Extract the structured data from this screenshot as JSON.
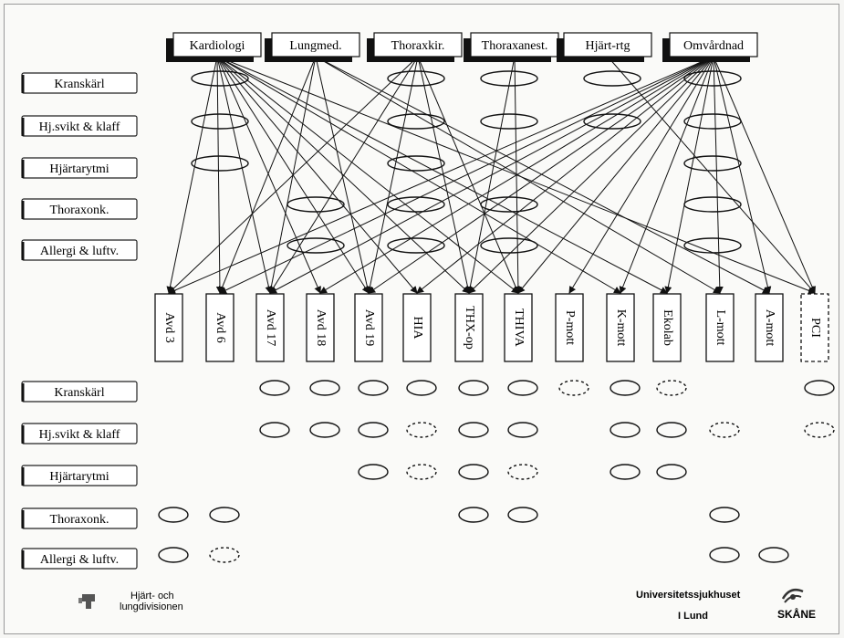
{
  "departments": [
    {
      "id": "kardiologi",
      "label": "Kardiologi"
    },
    {
      "id": "lungmed",
      "label": "Lungmed."
    },
    {
      "id": "thoraxkir",
      "label": "Thoraxkir."
    },
    {
      "id": "thoraxanest",
      "label": "Thoraxanest."
    },
    {
      "id": "hjart-rtg",
      "label": "Hjärt-rtg"
    },
    {
      "id": "omvardnad",
      "label": "Omvårdnad"
    }
  ],
  "categories": [
    {
      "id": "kranskarl",
      "label": "Kranskärl"
    },
    {
      "id": "hjsvikt",
      "label": "Hj.svikt & klaff"
    },
    {
      "id": "hjartarytmi",
      "label": "Hjärtarytmi"
    },
    {
      "id": "thoraxonk",
      "label": "Thoraxonk."
    },
    {
      "id": "allergi",
      "label": "Allergi & luftv."
    }
  ],
  "wards": [
    {
      "id": "avd3",
      "label": "Avd 3",
      "dashed": false
    },
    {
      "id": "avd6",
      "label": "Avd 6",
      "dashed": false
    },
    {
      "id": "avd17",
      "label": "Avd 17",
      "dashed": false
    },
    {
      "id": "avd18",
      "label": "Avd 18",
      "dashed": false
    },
    {
      "id": "avd19",
      "label": "Avd 19",
      "dashed": false
    },
    {
      "id": "hia",
      "label": "HIA",
      "dashed": false
    },
    {
      "id": "thx-op",
      "label": "THX-op",
      "dashed": false
    },
    {
      "id": "thiva",
      "label": "THIVA",
      "dashed": false
    },
    {
      "id": "p-mott",
      "label": "P-mott",
      "dashed": false
    },
    {
      "id": "k-mott",
      "label": "K-mott",
      "dashed": false
    },
    {
      "id": "ekolab",
      "label": "Ekolab",
      "dashed": false
    },
    {
      "id": "l-mott",
      "label": "L-mott",
      "dashed": false
    },
    {
      "id": "a-mott",
      "label": "A-mott",
      "dashed": false
    },
    {
      "id": "pci",
      "label": "PCI",
      "dashed": true
    }
  ],
  "upper_matrix": [
    [
      1,
      0,
      1,
      1,
      1,
      1
    ],
    [
      1,
      0,
      1,
      1,
      1,
      1
    ],
    [
      1,
      0,
      1,
      0,
      0,
      1
    ],
    [
      0,
      1,
      1,
      1,
      0,
      1
    ],
    [
      0,
      1,
      1,
      1,
      0,
      1
    ]
  ],
  "lower_matrix": [
    [
      0,
      0,
      1,
      1,
      1,
      1,
      1,
      1,
      2,
      1,
      2,
      0,
      0,
      1
    ],
    [
      0,
      0,
      1,
      1,
      1,
      2,
      1,
      1,
      0,
      1,
      1,
      2,
      0,
      2
    ],
    [
      0,
      0,
      0,
      0,
      1,
      2,
      1,
      2,
      0,
      1,
      1,
      0,
      0,
      0
    ],
    [
      1,
      1,
      0,
      0,
      0,
      0,
      1,
      1,
      0,
      0,
      0,
      1,
      0,
      0
    ],
    [
      1,
      2,
      0,
      0,
      0,
      0,
      0,
      0,
      0,
      0,
      0,
      1,
      1,
      0
    ]
  ],
  "edges": [
    [
      "kardiologi",
      [
        "avd3",
        "avd6",
        "avd17",
        "avd18",
        "avd19",
        "hia",
        "thx-op",
        "thiva",
        "k-mott",
        "ekolab",
        "pci"
      ]
    ],
    [
      "lungmed",
      [
        "avd6",
        "avd17",
        "avd19",
        "l-mott",
        "a-mott"
      ]
    ],
    [
      "thoraxkir",
      [
        "avd3",
        "avd17",
        "thx-op",
        "thiva",
        "avd19"
      ]
    ],
    [
      "thoraxanest",
      [
        "thx-op",
        "thiva"
      ]
    ],
    [
      "hjart-rtg",
      [
        "pci"
      ]
    ],
    [
      "omvardnad",
      [
        "avd3",
        "avd6",
        "avd17",
        "avd18",
        "avd19",
        "hia",
        "thx-op",
        "thiva",
        "p-mott",
        "k-mott",
        "ekolab",
        "l-mott",
        "a-mott",
        "pci"
      ]
    ]
  ],
  "logos": {
    "left_line1": "Hjärt- och",
    "left_line2": "lungdivisionen",
    "right_line1": "Universitetssjukhuset",
    "right_line2": "I Lund",
    "skane": "SKÅNE"
  }
}
